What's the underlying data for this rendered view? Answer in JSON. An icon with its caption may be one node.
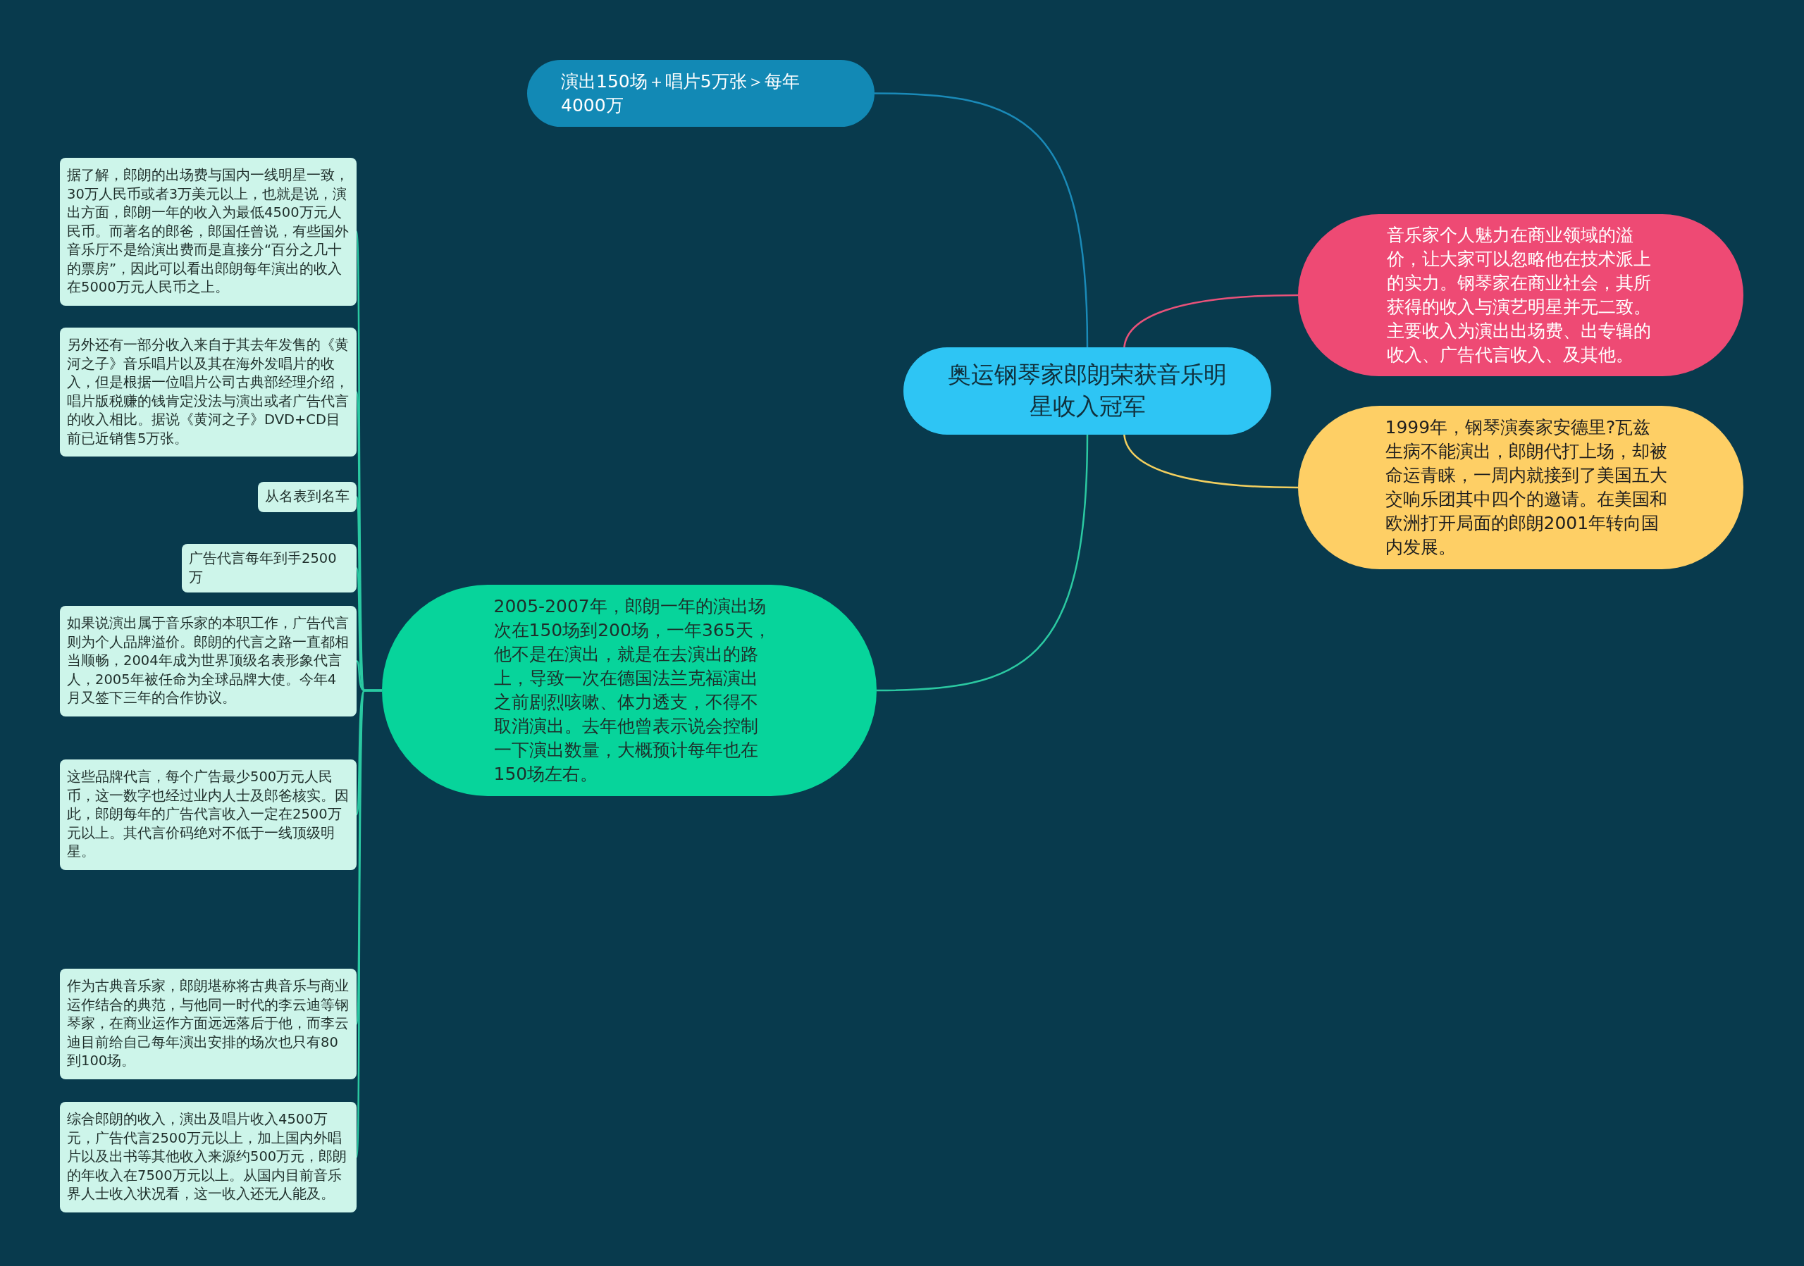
{
  "diagram": {
    "nodes": [
      {
        "text": [
          "奥运钢琴家郎朗荣获音乐明星收入冠军"
        ]
      },
      {
        "text": [
          "演出150场＋唱片5万张＞每年4000万"
        ]
      },
      {
        "text": [
          "音乐家个人魅力在商业领域的溢价，让大家可以忽略他在技术派上的实力。钢琴家在商业社会，其所获得的收入与演艺明星并无二致。主要收入为演出出场费、出专辑的收入、广告代言收入、及其他。"
        ]
      },
      {
        "text": [
          "1999年，钢琴演奏家安德里?瓦兹生病不能演出，郎朗代打上场，却被命运青睐，一周内就接到了美国五大交响乐团其中四个的邀请。在美国和欧洲打开局面的郎朗2001年转向国内发展。"
        ]
      },
      {
        "text": [
          "2005-2007年，郎朗一年的演出场次在150场到200场，一年365天，他不是在演出，就是在去演出的路上，导致一次在德国法兰克福演出之前剧烈咳嗽、体力透支，不得不取消演出。去年他曾表示说会控制一下演出数量，大概预计每年也在150场左右。"
        ]
      },
      {
        "text": [
          "据了解，郎朗的出场费与国内一线明星一致，30万人民币或者3万美元以上，也就是说，演出方面，郎朗一年的收入为最低4500万元人民币。而著名的郎爸，郎国任曾说，有些国外音乐厅不是给演出费而是直接分“百分之几十的票房”，因此可以看出郎朗每年演出的收入在5000万元人民币之上。"
        ]
      },
      {
        "text": [
          "另外还有一部分收入来自于其去年发售的《黄河之子》音乐唱片以及其在海外发唱片的收入，但是根据一位唱片公司古典部经理介绍，唱片版税赚的钱肯定没法与演出或者广告代言的收入相比。据说《黄河之子》DVD+CD目前已近销售5万张。"
        ]
      },
      {
        "text": [
          "从名表到名车"
        ]
      },
      {
        "text": [
          "广告代言每年到手2500万"
        ]
      },
      {
        "text": [
          "如果说演出属于音乐家的本职工作，广告代言则为个人品牌溢价。郎朗的代言之路一直都相当顺畅，2004年成为世界顶级名表形象代言人，2005年被任命为全球品牌大使。今年4月又签下三年的合作协议。"
        ]
      },
      {
        "text": [
          "这些品牌代言，每个广告最少500万元人民币，这一数字也经过业内人士及郎爸核实。因此，郎朗每年的广告代言收入一定在2500万元以上。其代言价码绝对不低于一线顶级明星。"
        ]
      },
      {
        "text": [
          "作为古典音乐家，郎朗堪称将古典音乐与商业运作结合的典范，与他同一时代的李云迪等钢琴家，在商业运作方面远远落后于他，而李云迪目前给自己每年演出安排的场次也只有80到100场。"
        ]
      },
      {
        "text": [
          "综合郎朗的收入，演出及唱片收入4500万元，广告代言2500万元以上，加上国内外唱片以及出书等其他收入来源约500万元，郎朗的年收入在7500万元以上。从国内目前音乐界人士收入状况看，这一收入还无人能及。"
        ]
      }
    ],
    "edges": [
      {
        "from": 0,
        "to": 1,
        "arrow": "none",
        "color": "#1a8ab8"
      },
      {
        "from": 0,
        "to": 2,
        "arrow": "none",
        "color": "#e9527a"
      },
      {
        "from": 0,
        "to": 3,
        "arrow": "none",
        "color": "#f2cf5f"
      },
      {
        "from": 0,
        "to": 4,
        "arrow": "none"
      },
      {
        "from": 4,
        "to": 5,
        "arrow": "none"
      },
      {
        "from": 4,
        "to": 6,
        "arrow": "none"
      },
      {
        "from": 4,
        "to": 7,
        "arrow": "none"
      },
      {
        "from": 4,
        "to": 8,
        "arrow": "none"
      },
      {
        "from": 4,
        "to": 9,
        "arrow": "none"
      },
      {
        "from": 4,
        "to": 10,
        "arrow": "none"
      },
      {
        "from": 4,
        "to": 11,
        "arrow": "none"
      },
      {
        "from": 4,
        "to": 12,
        "arrow": "none"
      }
    ]
  }
}
